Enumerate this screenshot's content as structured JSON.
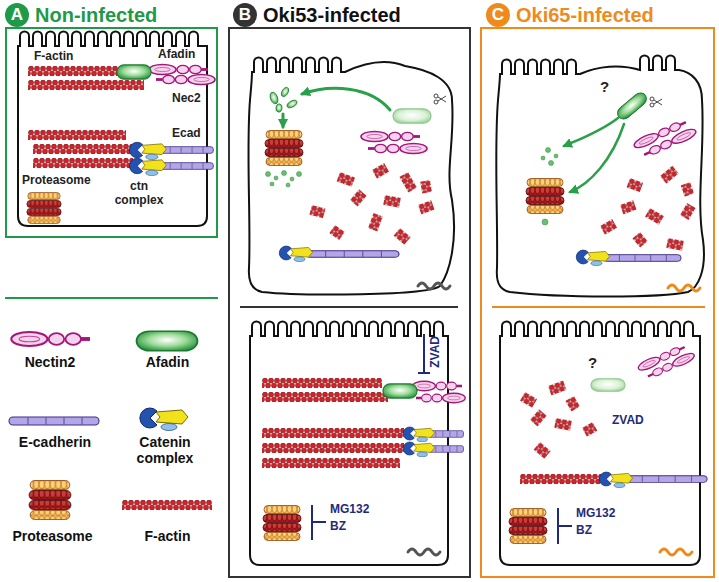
{
  "diagram": {
    "nodes": [
      {
        "text": [
          "A",
          "Non-infected"
        ]
      },
      {
        "text": [
          "B",
          "Oki53-infected"
        ]
      },
      {
        "text": [
          "C",
          "Oki65-infected"
        ]
      }
    ],
    "labels": [
      "F-actin",
      "Afadin",
      "Nec2",
      "Ecad",
      "ctn complex",
      "Proteasome",
      "ZVAD",
      "MG132",
      "BZ",
      "?",
      "?",
      "ZVAD",
      "MG132",
      "BZ"
    ],
    "legend": [
      {
        "text": "Nectin2"
      },
      {
        "text": "Afadin"
      },
      {
        "text": "E-cadherin"
      },
      {
        "text": "Catenin complex"
      },
      {
        "text": "Proteasome"
      },
      {
        "text": "F-actin"
      }
    ]
  }
}
